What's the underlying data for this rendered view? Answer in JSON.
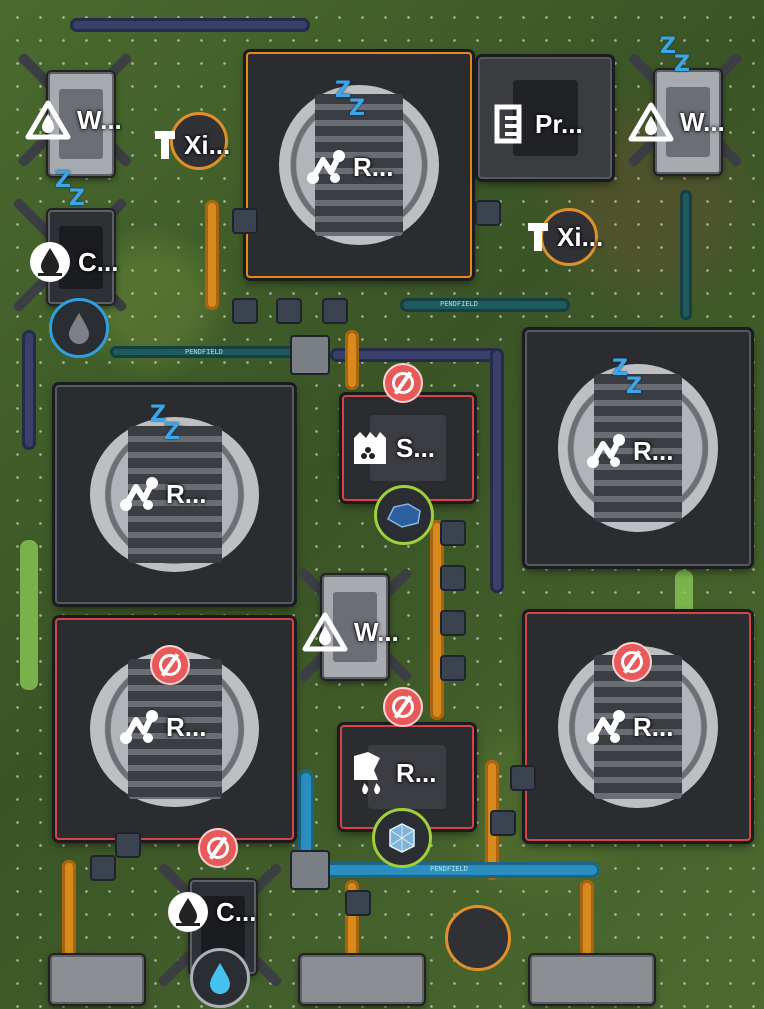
{
  "scene": {
    "colors": {
      "sleep": "#3da6e8",
      "stop": "#e85a5a",
      "belt_blue": "#2a8fbf",
      "belt_orange": "#d98a1f",
      "badge_green": "#9fd03a",
      "badge_blue": "#2f9fe0"
    },
    "labels": {
      "water_pump_top_left": "W...",
      "xi_inserter_top_left": "Xi...",
      "refinery_top": "R...",
      "processor_top": "Pr...",
      "water_pump_top_right": "W...",
      "xi_inserter_mid": "Xi...",
      "condenser_left": "C...",
      "refinery_left_mid": "R...",
      "smelter_mid": "S...",
      "refinery_right_top": "R...",
      "water_pump_mid": "W...",
      "refinery_left_bottom": "R...",
      "refiner_small_mid": "R...",
      "refinery_right_bottom": "R...",
      "condenser_bottom": "C..."
    },
    "belt_tag": "PENDFIELD",
    "icons": {
      "water_pump": "drop-triangle-icon",
      "xi_inserter": "extractor-icon",
      "refinery": "molecule-icon",
      "processor": "chip-icon",
      "condenser": "water-drop-icon",
      "smelter": "furnace-icon",
      "refiner_small": "crystal-refiner-icon",
      "status_stop": "no-entry-icon",
      "status_sleep": "zzz-icon"
    }
  }
}
